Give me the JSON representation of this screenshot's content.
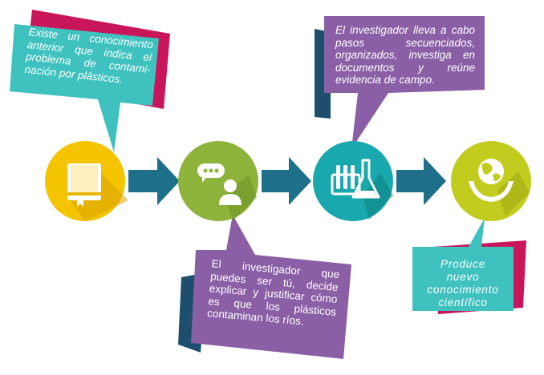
{
  "boxes": [
    {
      "text": "Existe un conocimiento anterior que indica el problema de contami-nación por plásticos."
    },
    {
      "text": "El investigador lleva a cabo pasos secuenciados, organizados, investiga en documentos y reúne evidencia de campo."
    },
    {
      "text": "El investigador que puedes ser tú, decide explicar y justificar cómo es que los plásticos contaminan los ríos."
    },
    {
      "text": "Produce nuevo conocimiento científico"
    }
  ],
  "nodes": [
    {
      "icon": "book-icon"
    },
    {
      "icon": "person-speech-icon"
    },
    {
      "icon": "lab-flask-icon"
    },
    {
      "icon": "globe-hands-icon"
    }
  ],
  "colors": {
    "teal": "#3fc2bf",
    "purple": "#8a5fa6",
    "magenta": "#c9165a",
    "navy": "#1d4f6d",
    "yellow": "#f4c400",
    "green": "#8db33a",
    "lime": "#c2cc1f",
    "teal_circle": "#19a8ad",
    "arrow": "#1d6f8a"
  }
}
